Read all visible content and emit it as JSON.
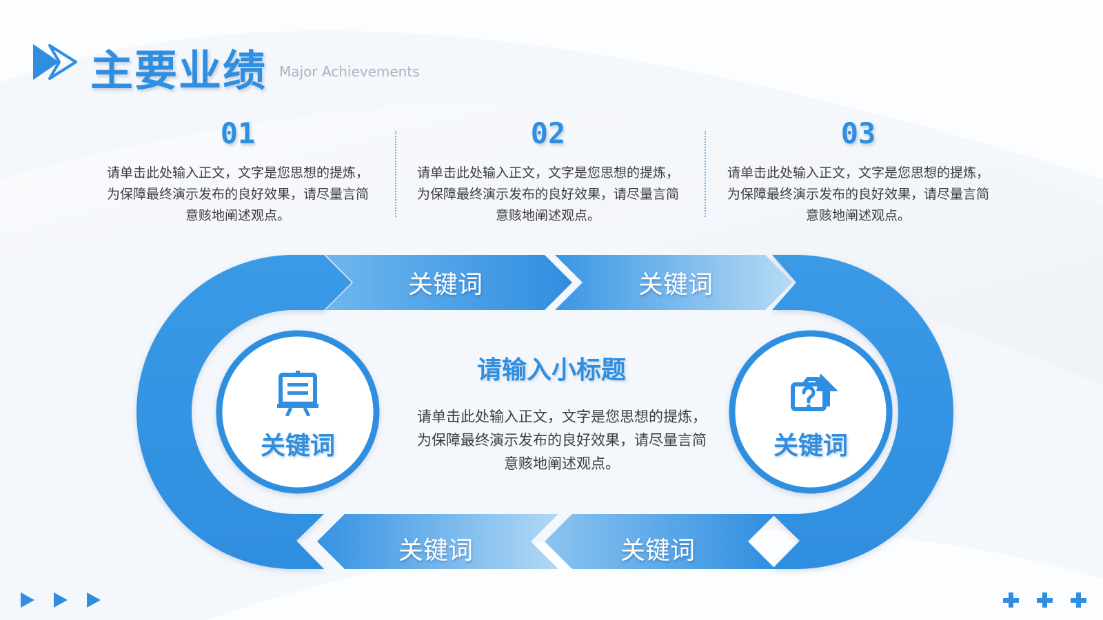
{
  "header": {
    "title": "主要业绩",
    "subtitle": "Major Achievements"
  },
  "columns": [
    {
      "number": "01",
      "text": "请单击此处输入正文，文字是您思想的提炼，为保障最终演示发布的良好效果，请尽量言简意赅地阐述观点。"
    },
    {
      "number": "02",
      "text": "请单击此处输入正文，文字是您思想的提炼，为保障最终演示发布的良好效果，请尽量言简意赅地阐述观点。"
    },
    {
      "number": "03",
      "text": "请单击此处输入正文，文字是您思想的提炼，为保障最终演示发布的良好效果，请尽量言简意赅地阐述观点。"
    }
  ],
  "loop": {
    "top_arrows": [
      "关键词",
      "关键词"
    ],
    "bottom_arrows": [
      "关键词",
      "关键词"
    ],
    "left_circle": {
      "label": "关键词",
      "icon": "presentation-board-icon"
    },
    "right_circle": {
      "label": "关键词",
      "icon": "camera-question-icon"
    },
    "center_title": "请输入小标题",
    "center_text": "请单击此处输入正文，文字是您思想的提炼，为保障最终演示发布的良好效果，请尽量言简意赅地阐述观点。"
  },
  "colors": {
    "accent": "#2f8ee0",
    "accent_light": "#a9d3f5",
    "text": "#3d3d3d",
    "subtitle_gray": "#a9b2bd",
    "background": "#f3f6fa"
  },
  "decorations": {
    "bottom_left": "triple-play-icons",
    "bottom_right": "triple-plus-icons"
  }
}
